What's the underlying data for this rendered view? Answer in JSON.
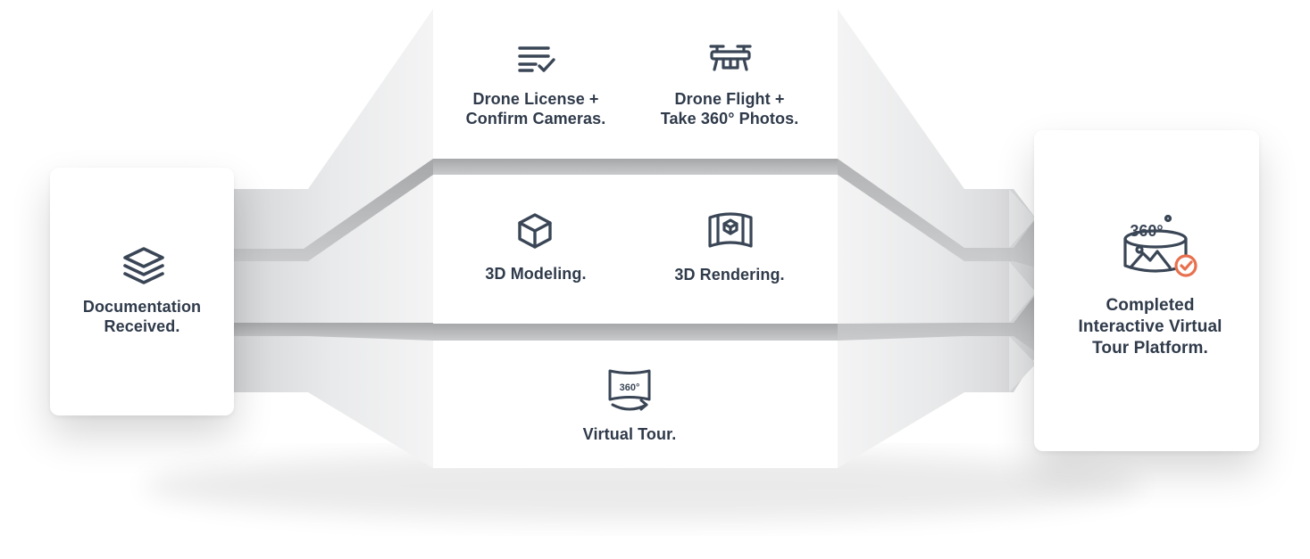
{
  "source": {
    "label": "Documentation\nReceived.",
    "icon": "layers-icon"
  },
  "steps": [
    {
      "label": "Drone License +\nConfirm Cameras.",
      "icon": "checklist-icon"
    },
    {
      "label": "Drone Flight +\nTake 360° Photos.",
      "icon": "drone-icon"
    },
    {
      "label": "3D Modeling.",
      "icon": "cube-icon"
    },
    {
      "label": "3D Rendering.",
      "icon": "3d-rendering-icon"
    },
    {
      "label": "Virtual Tour.",
      "icon": "360-panorama-icon",
      "badge": "360°"
    }
  ],
  "result": {
    "label": "Completed\nInteractive Virtual\nTour Platform.",
    "icon": "360-platform-icon",
    "badge": "360°"
  },
  "colors": {
    "text": "#2f3a4a",
    "icon": "#3a4656",
    "accent": "#e8704e",
    "card": "#ffffff",
    "track_dark": "#b3b4b6",
    "track_light": "#ececed"
  }
}
